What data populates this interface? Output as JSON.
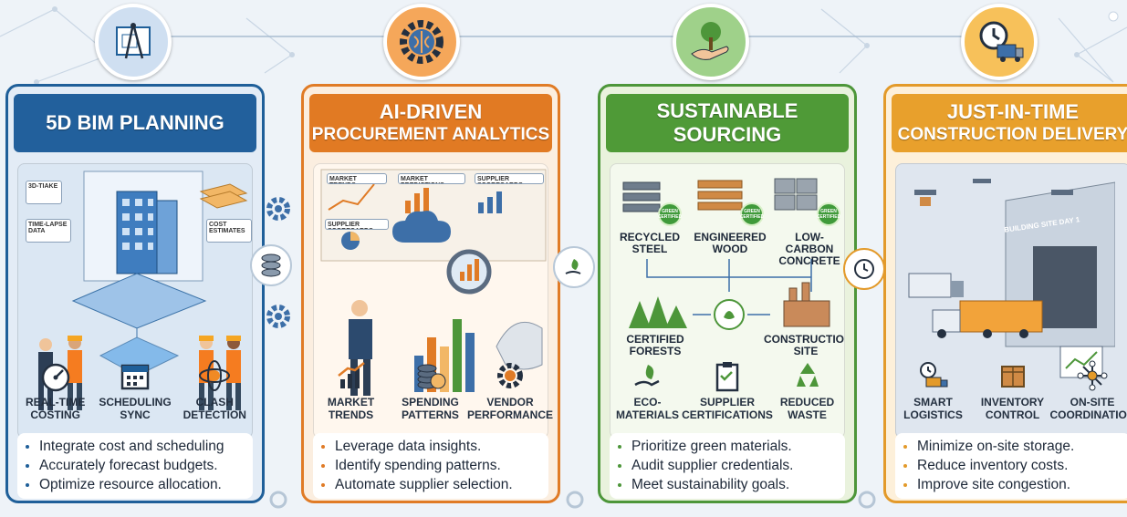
{
  "panels": [
    {
      "id": "bim",
      "title_l1": "5D BIM PLANNING",
      "title_l2": "",
      "scene_labels": {
        "tag_3d": "3D-TIAKE",
        "tag_timelapse": "TIME-LAPSE DATA",
        "tag_cost": "COST ESTIMATES"
      },
      "features": [
        {
          "label": "REAL-TIME\nCOSTING",
          "icon": "speedometer-icon"
        },
        {
          "label": "SCHEDULING\nSYNC",
          "icon": "calendar-icon"
        },
        {
          "label": "CLASH\nDETECTION",
          "icon": "clash-icon"
        }
      ],
      "bullets": [
        "Integrate cost and scheduling",
        "Accurately forecast budgets.",
        "Optimize resource allocation."
      ]
    },
    {
      "id": "ai",
      "title_l1": "AI-DRIVEN",
      "title_l2": "PROCUREMENT ANALYTICS",
      "scene_labels": {
        "card1": "MARKET TRENDS",
        "card2": "MARKET PREDICTIONS",
        "card3": "SUPPLIER SCORECARDS",
        "card4": "SUPPLIER SCORECARDS"
      },
      "features": [
        {
          "label": "MARKET\nTRENDS",
          "icon": "bar-chart-icon"
        },
        {
          "label": "SPENDING\nPATTERNS",
          "icon": "coins-icon"
        },
        {
          "label": "VENDOR\nPERFORMANCE",
          "icon": "gear-icon"
        }
      ],
      "bullets": [
        "Leverage data insights.",
        "Identify spending patterns.",
        "Automate supplier selection."
      ]
    },
    {
      "id": "sustain",
      "title_l1": "SUSTAINABLE",
      "title_l2": "SOURCING",
      "scene_labels": {
        "steel": "RECYCLED\nSTEEL",
        "wood": "ENGINEERED\nWOOD",
        "concrete": "LOW-CARBON\nCONCRETE",
        "forests": "CERTIFIED\nFORESTS",
        "site": "CONSTRUCTION\nSITE",
        "badge": "GREEN CERTIFIED"
      },
      "features": [
        {
          "label": "ECO-\nMATERIALS",
          "icon": "leaf-hand-icon"
        },
        {
          "label": "SUPPLIER\nCERTIFICATIONS",
          "icon": "clipboard-icon"
        },
        {
          "label": "REDUCED\nWASTE",
          "icon": "recycle-icon"
        }
      ],
      "bullets": [
        "Prioritize green materials.",
        "Audit supplier credentials.",
        "Meet sustainability goals."
      ]
    },
    {
      "id": "jit",
      "title_l1": "JUST-IN-TIME",
      "title_l2": "CONSTRUCTION DELIVERY",
      "scene_labels": {
        "building_sign": "BUILDING SITE DAY 1"
      },
      "features": [
        {
          "label": "SMART\nLOGISTICS",
          "icon": "clock-truck-icon"
        },
        {
          "label": "INVENTORY\nCONTROL",
          "icon": "boxes-icon"
        },
        {
          "label": "ON-SITE\nCOORDINATION",
          "icon": "network-icon"
        }
      ],
      "bullets": [
        "Minimize on-site storage.",
        "Reduce inventory costs.",
        "Improve site congestion."
      ]
    }
  ],
  "colors": {
    "blue": "#1f5f99",
    "orange": "#e07b26",
    "green": "#4d963a",
    "gold": "#e39a2a"
  }
}
